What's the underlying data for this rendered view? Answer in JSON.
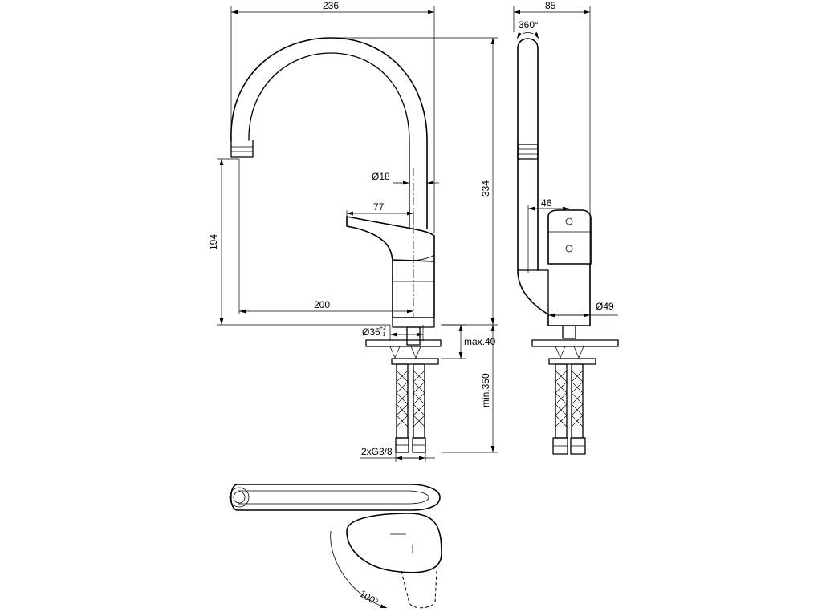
{
  "dimensions": {
    "overall_width": "236",
    "side_depth": "85",
    "overall_height": "334",
    "rotation": "360°",
    "spout_diameter": "Ø18",
    "lever_length": "77",
    "lever_depth": "46",
    "spout_height": "194",
    "spout_reach": "200",
    "body_diameter": "Ø49",
    "hole_diameter": "Ø35",
    "hole_tolerance_plus": "+2",
    "hole_tolerance_minus": "-1",
    "max_deck_thickness": "max.40",
    "min_hose_length": "min.350",
    "connection": "2xG3/8",
    "lever_angle": "100°"
  }
}
